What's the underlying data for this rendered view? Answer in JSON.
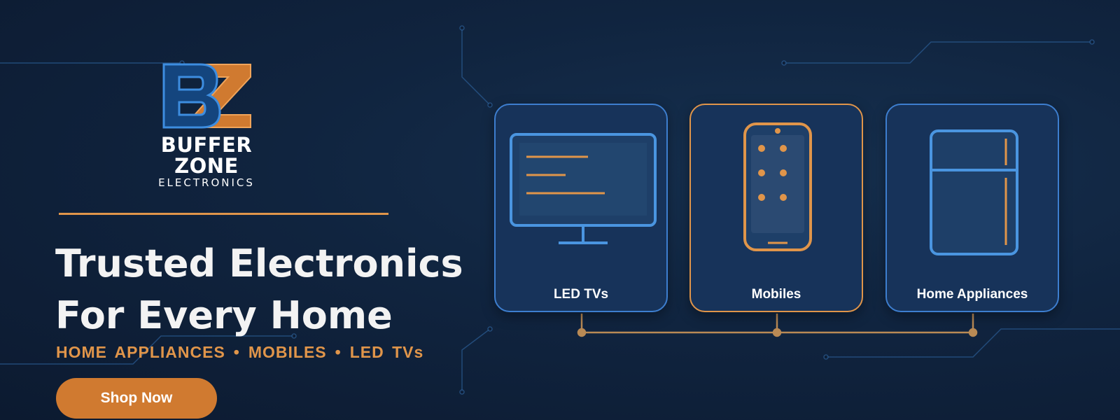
{
  "brand": {
    "name": "BUFFER ZONE",
    "subtitle": "ELECTRONICS",
    "logo_letters": "BZ"
  },
  "hero": {
    "headline_line1": "Trusted Electronics",
    "headline_line2": "For Every Home",
    "categories": [
      "HOME APPLIANCES",
      "MOBILES",
      "LED TVs"
    ],
    "separator": "•",
    "cta_label": "Shop Now"
  },
  "cards": [
    {
      "label": "LED TVs",
      "icon": "tv-icon"
    },
    {
      "label": "Mobiles",
      "icon": "mobile-phone-icon"
    },
    {
      "label": "Home Appliances",
      "icon": "refrigerator-icon"
    }
  ],
  "colors": {
    "background": "#10243f",
    "accent_orange": "#e0954a",
    "accent_blue": "#3d7ecf",
    "button": "#d07a30",
    "card_bg": "#17335a"
  }
}
